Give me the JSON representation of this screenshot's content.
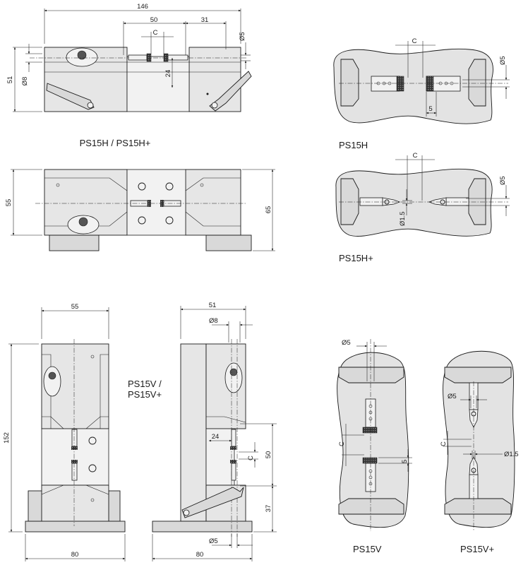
{
  "captions": {
    "ps15h_group": "PS15H / PS15H+",
    "ps15h": "PS15H",
    "ps15h_plus": "PS15H+",
    "ps15v_group_line1": "PS15V /",
    "ps15v_group_line2": "PS15V+",
    "ps15v": "PS15V",
    "ps15v_plus": "PS15V+"
  },
  "dimensions": {
    "top_width": "146",
    "top_50": "50",
    "top_31": "31",
    "top_c": "C",
    "top_d5": "Ø5",
    "top_51": "51",
    "top_d8": "Ø8",
    "top_24": "24",
    "plan_55": "55",
    "plan_65": "65",
    "h_detail_c": "C",
    "h_detail_d5": "Ø5",
    "h_detail_5": "5",
    "hp_detail_c": "C",
    "hp_detail_d5": "Ø5",
    "hp_detail_d15": "Ø1.5",
    "v_front_55": "55",
    "v_front_152": "152",
    "v_front_80": "80",
    "v_side_51": "51",
    "v_side_d8": "Ø8",
    "v_side_24": "24",
    "v_side_c": "C",
    "v_side_50": "50",
    "v_side_37": "37",
    "v_side_d5": "Ø5",
    "v_side_80": "80",
    "v_detail_d5": "Ø5",
    "v_detail_c": "C",
    "v_detail_5": "5",
    "vp_detail_d5": "Ø5",
    "vp_detail_c": "C",
    "vp_detail_d15": "Ø1.5"
  }
}
